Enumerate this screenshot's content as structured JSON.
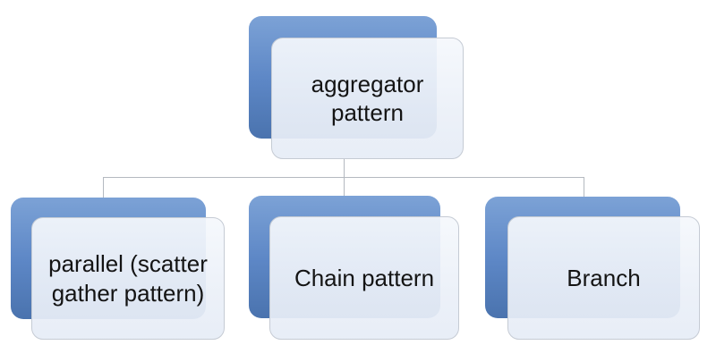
{
  "diagram": {
    "type": "hierarchy",
    "root": {
      "label": "aggregator pattern"
    },
    "children": [
      {
        "label": "parallel (scatter gather pattern)"
      },
      {
        "label": "Chain pattern"
      },
      {
        "label": "Branch"
      }
    ],
    "colors": {
      "shadow_box_blue_top": "#7ca2d6",
      "shadow_box_blue_bottom": "#4a73ae",
      "front_box_fill": "#edf1f9",
      "front_box_border": "#c5cbd4",
      "connector_line": "#b4b9c0",
      "text": "#141414",
      "background": "#ffffff"
    }
  }
}
